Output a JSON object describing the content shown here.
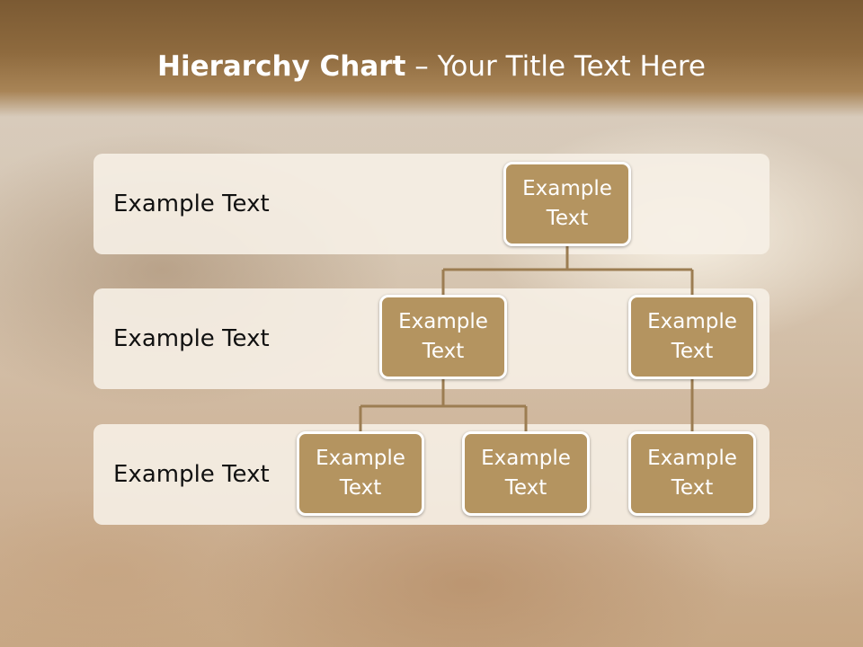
{
  "slide": {
    "title_bold": "Hierarchy Chart",
    "title_rest": " – Your Title Text Here"
  },
  "bands": [
    {
      "label": "Example Text"
    },
    {
      "label": "Example Text"
    },
    {
      "label": "Example Text"
    }
  ],
  "nodes": {
    "root": "Example Text",
    "level2_left": "Example Text",
    "level2_right": "Example Text",
    "level3_left": "Example Text",
    "level3_middle": "Example Text",
    "level3_right": "Example Text"
  },
  "colors": {
    "header": "#8e6a3e",
    "node_fill": "#b49460",
    "node_border": "#ffffff",
    "connector": "#9c7d52",
    "band_fill": "#f6f0e5"
  }
}
